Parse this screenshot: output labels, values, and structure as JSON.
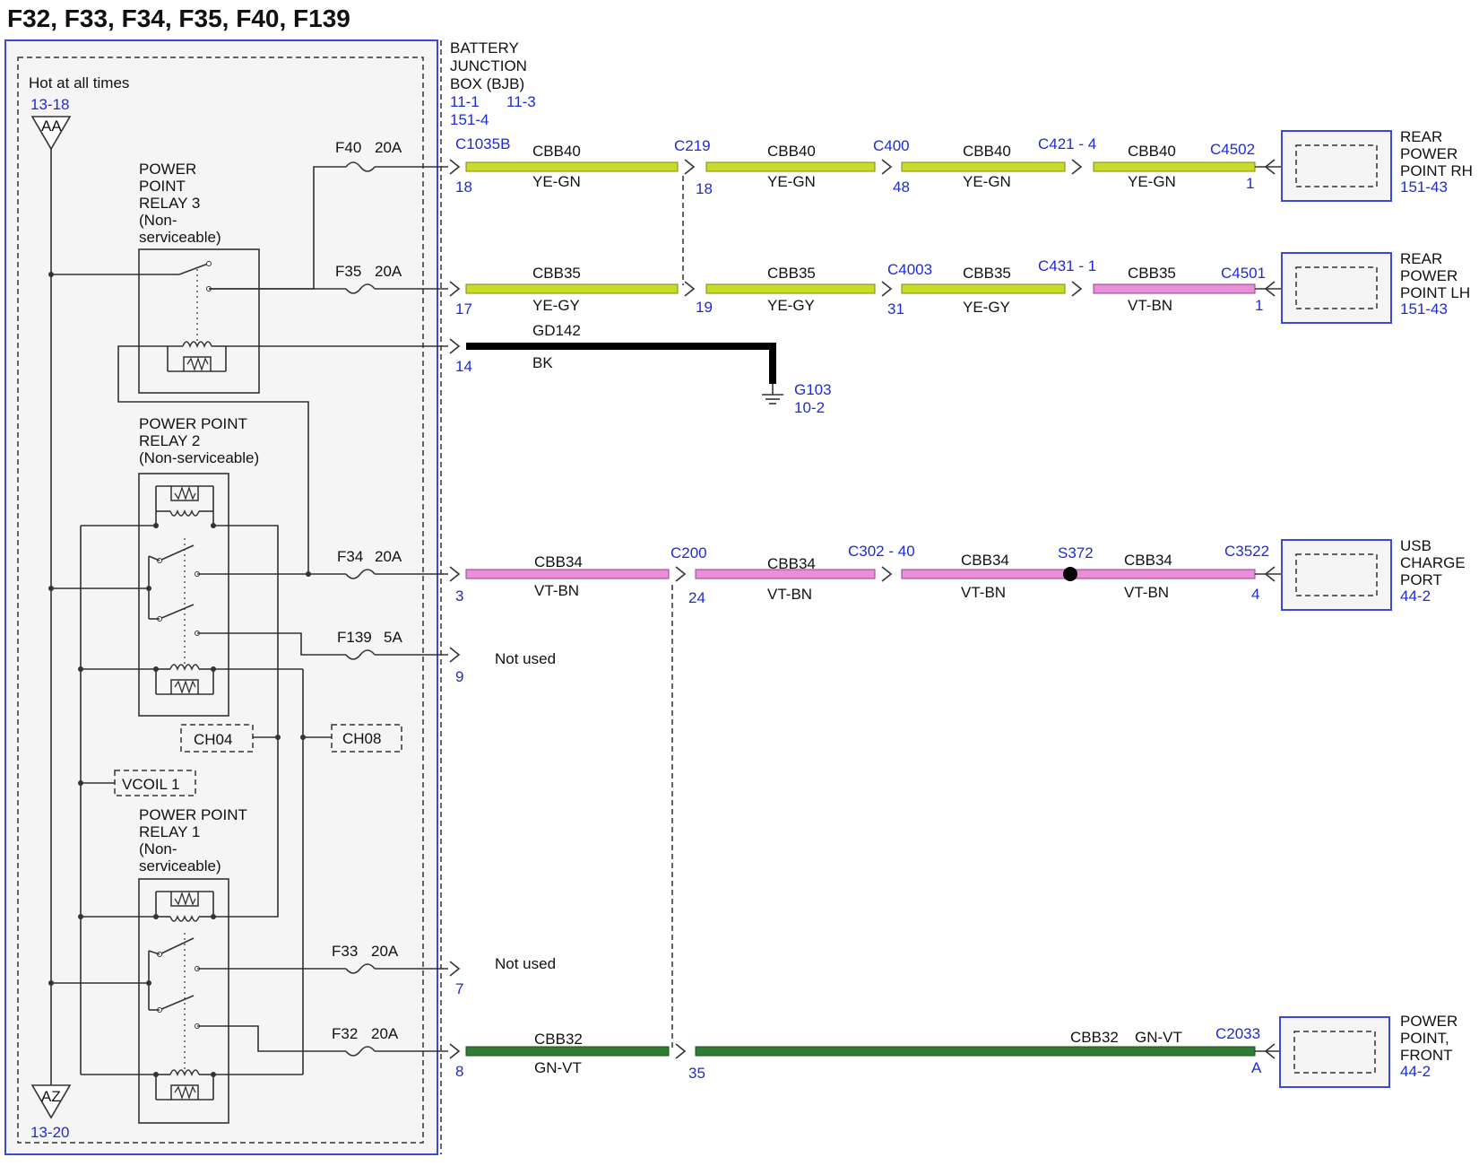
{
  "title": "F32, F33, F34, F35, F40, F139",
  "colors": {
    "ye": "#c9dc2a",
    "vt": "#e98fd8",
    "gn": "#2f7d32",
    "bk": "#000000",
    "ref": "#1d2bd6",
    "module": "#3a49d8"
  },
  "bjb": {
    "label_lines": [
      "BATTERY",
      "JUNCTION",
      "BOX (BJB)"
    ],
    "refs": [
      "11-1",
      "11-3",
      "151-4"
    ],
    "hot_label": "Hot at all times",
    "hot_ref": "13-18",
    "top_tag": "AA",
    "bottom_tag": "AZ",
    "bottom_ref": "13-20"
  },
  "relays": {
    "relay3": [
      "POWER",
      "POINT",
      "RELAY 3",
      "(Non-",
      "serviceable)"
    ],
    "relay2": [
      "POWER POINT",
      "RELAY 2",
      "(Non-serviceable)"
    ],
    "relay1": [
      "POWER POINT",
      "RELAY 1",
      "(Non-",
      "serviceable)"
    ]
  },
  "tags": {
    "ch04": "CH04",
    "ch08": "CH08",
    "vcoil": "VCOIL 1"
  },
  "fuses": {
    "f40": {
      "name": "F40",
      "rating": "20A"
    },
    "f35": {
      "name": "F35",
      "rating": "20A"
    },
    "f34": {
      "name": "F34",
      "rating": "20A"
    },
    "f139": {
      "name": "F139",
      "rating": "5A"
    },
    "f33": {
      "name": "F33",
      "rating": "20A"
    },
    "f32": {
      "name": "F32",
      "rating": "20A"
    }
  },
  "circuits": {
    "row1": {
      "conn": [
        "C1035B",
        "C219",
        "C400",
        "C421 - 4",
        "C4502"
      ],
      "pins": [
        "18",
        "18",
        "48",
        "1"
      ],
      "wire": [
        "CBB40",
        "CBB40",
        "CBB40",
        "CBB40"
      ],
      "color": [
        "YE-GN",
        "YE-GN",
        "YE-GN",
        "YE-GN"
      ]
    },
    "row2": {
      "conn": [
        "C4003",
        "C431 - 1",
        "C4501"
      ],
      "pins": [
        "17",
        "19",
        "31",
        "1"
      ],
      "wire": [
        "CBB35",
        "CBB35",
        "CBB35",
        "CBB35"
      ],
      "color": [
        "YE-GY",
        "YE-GY",
        "YE-GY",
        "VT-BN"
      ]
    },
    "ground": {
      "wire": "GD142",
      "color": "BK",
      "pin": "14",
      "name": "G103",
      "ref": "10-2"
    },
    "row3": {
      "conn": [
        "C200",
        "C302 - 40",
        "S372",
        "C3522"
      ],
      "pins": [
        "3",
        "24",
        "4"
      ],
      "wire": [
        "CBB34",
        "CBB34",
        "CBB34",
        "CBB34"
      ],
      "color": [
        "VT-BN",
        "VT-BN",
        "VT-BN",
        "VT-BN"
      ]
    },
    "f139_pin": "9",
    "f33_pin": "7",
    "not_used": "Not used",
    "row4": {
      "conn": "C2033",
      "pins": [
        "8",
        "35",
        "A"
      ],
      "wire": [
        "CBB32",
        "CBB32"
      ],
      "color": [
        "GN-VT",
        "GN-VT"
      ]
    }
  },
  "components": {
    "rear_rh": {
      "lines": [
        "REAR",
        "POWER",
        "POINT RH"
      ],
      "ref": "151-43"
    },
    "rear_lh": {
      "lines": [
        "REAR",
        "POWER",
        "POINT LH"
      ],
      "ref": "151-43"
    },
    "usb": {
      "lines": [
        "USB",
        "CHARGE",
        "PORT"
      ],
      "ref": "44-2"
    },
    "front": {
      "lines": [
        "POWER",
        "POINT,",
        "FRONT"
      ],
      "ref": "44-2"
    }
  }
}
